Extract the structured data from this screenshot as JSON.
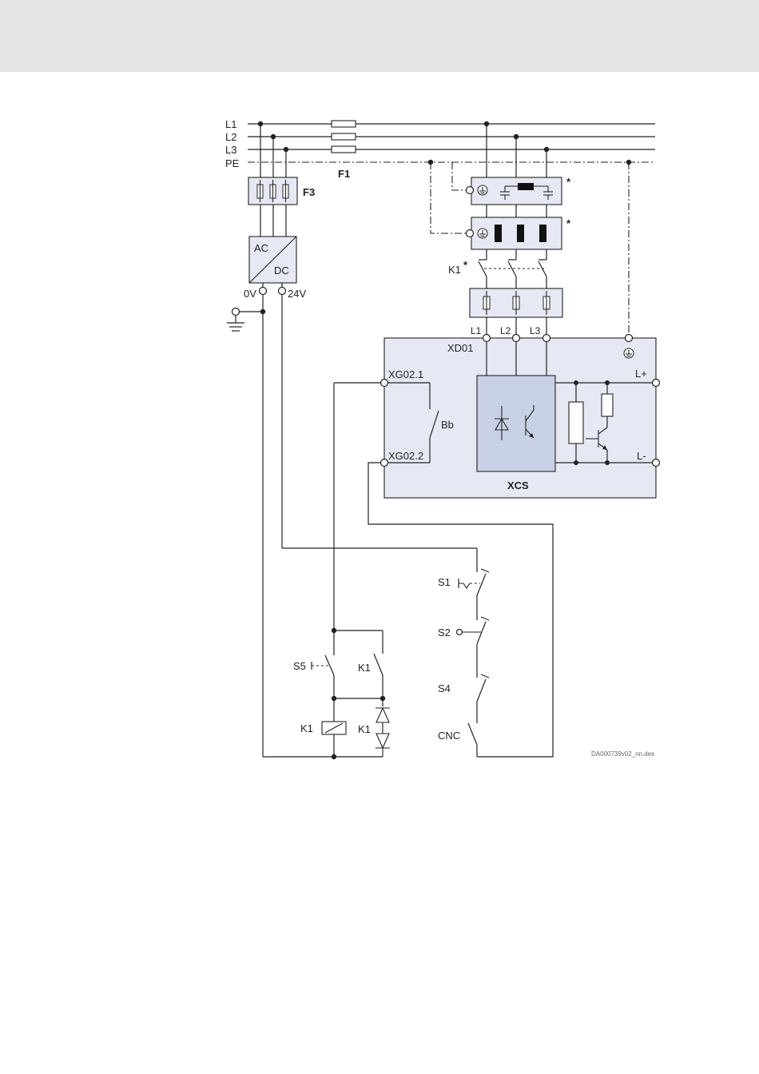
{
  "lines": {
    "l1": "L1",
    "l2": "L2",
    "l3": "L3",
    "pe": "PE"
  },
  "fuses": {
    "f1": "F1",
    "f3": "F3"
  },
  "psu": {
    "ac": "AC",
    "dc": "DC",
    "v0": "0V",
    "v24": "24V"
  },
  "contactor_main": "K1",
  "asterisk": "*",
  "drive_terminals": {
    "l1": "L1",
    "l2": "L2",
    "l3": "L3",
    "xd01": "XD01",
    "xg021": "XG02.1",
    "xg022": "XG02.2",
    "lplus": "L+",
    "lminus": "L-",
    "bb": "Bb",
    "xcs": "XCS"
  },
  "switches": {
    "s1": "S1",
    "s2": "S2",
    "s4": "S4",
    "cnc": "CNC",
    "s5": "S5",
    "k1_contact": "K1",
    "k1_coil": "K1",
    "k1_diode": "K1"
  },
  "footnote": "DA000739v02_nn.des"
}
